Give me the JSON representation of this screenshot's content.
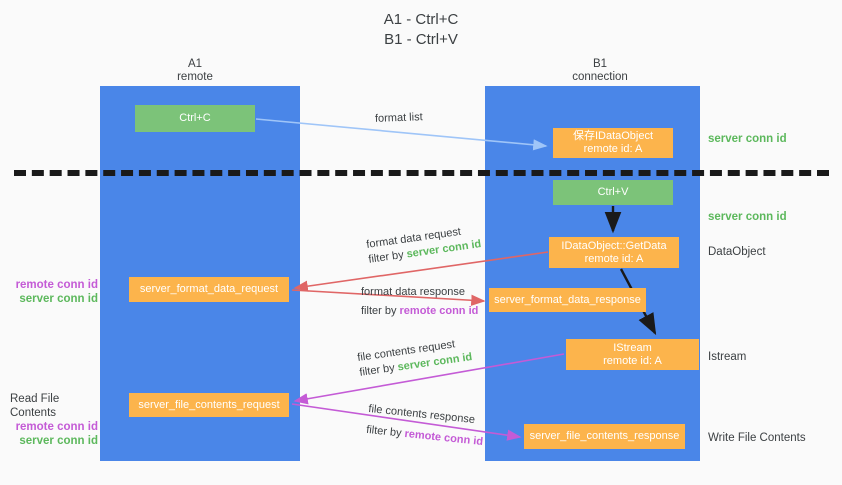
{
  "title": {
    "line1": "A1 - Ctrl+C",
    "line2": "B1 - Ctrl+V"
  },
  "columns": [
    {
      "name": "A1",
      "subtitle": "remote"
    },
    {
      "name": "B1",
      "subtitle": "connection"
    }
  ],
  "colors": {
    "lane": "#4a86e8",
    "node_green": "#7cc379",
    "node_orange": "#fcb44c",
    "server_conn_id": "#5cb85c",
    "remote_conn_id": "#c45bd6",
    "arrow_format_list": "#9fc5f8",
    "arrow_format_data": "#e06666",
    "arrow_file_contents": "#c45bd6",
    "arrow_internal": "#1a1a1a",
    "separator": "#1a1a1a",
    "background": "#fafafa"
  },
  "nodes": {
    "ctrl_c": {
      "label": "Ctrl+C",
      "style": "green"
    },
    "save_idataobject": {
      "line1": "保存IDataObject",
      "line2": "remote id: A",
      "style": "orange"
    },
    "ctrl_v": {
      "label": "Ctrl+V",
      "style": "green"
    },
    "getdata": {
      "line1": "IDataObject::GetData",
      "line2": "remote id: A",
      "style": "orange"
    },
    "format_data_request": {
      "label": "server_format_data_request",
      "style": "orange"
    },
    "format_data_response": {
      "label": "server_format_data_response",
      "style": "orange"
    },
    "istream": {
      "line1": "IStream",
      "line2": "remote id: A",
      "style": "orange"
    },
    "file_contents_request": {
      "label": "server_file_contents_request",
      "style": "orange"
    },
    "file_contents_response": {
      "label": "server_file_contents_response",
      "style": "orange"
    }
  },
  "side_annotations": {
    "server_conn_id_top": "server conn id",
    "server_conn_id_mid": "server conn id",
    "dataobject": "DataObject",
    "istream": "Istream",
    "write_file_contents": "Write File Contents",
    "read_file_contents": "Read File Contents",
    "remote_conn_id": "remote conn id",
    "server_conn_id": "server conn id"
  },
  "arrow_labels": {
    "format_list": "format list",
    "format_data_request": {
      "line1": "format data request",
      "filter_prefix": "filter by ",
      "filter_key": "server conn id"
    },
    "format_data_response": {
      "line1": "format data response",
      "filter_prefix": "filter by ",
      "filter_key": "remote conn id"
    },
    "file_contents_request": {
      "line1": "file contents request",
      "filter_prefix": "filter by ",
      "filter_key": "server conn id"
    },
    "file_contents_response": {
      "line1": "file contents response",
      "filter_prefix": "filter by ",
      "filter_key": "remote conn id"
    }
  }
}
